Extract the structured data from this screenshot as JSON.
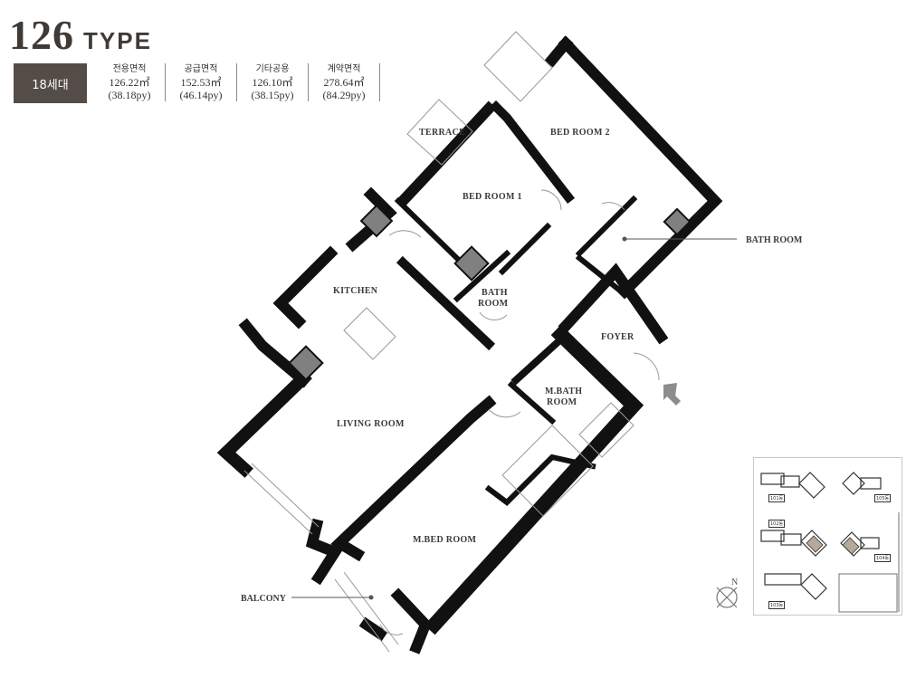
{
  "header": {
    "type_number": "126",
    "type_word": "TYPE",
    "units": "18세대"
  },
  "areas": [
    {
      "label": "전용면적",
      "value": "126.22㎡",
      "py": "(38.18py)"
    },
    {
      "label": "공급면적",
      "value": "152.53㎡",
      "py": "(46.14py)"
    },
    {
      "label": "기타공용",
      "value": "126.10㎡",
      "py": "(38.15py)"
    },
    {
      "label": "계약면적",
      "value": "278.64㎡",
      "py": "(84.29py)"
    }
  ],
  "rooms": {
    "terrace": "TERRACE",
    "bed_room_2": "BED ROOM 2",
    "bed_room_1": "BED ROOM 1",
    "bath_room_callout": "BATH ROOM",
    "kitchen": "KITCHEN",
    "bath_room_line1": "BATH",
    "bath_room_line2": "ROOM",
    "foyer": "FOYER",
    "m_bath_line1": "M.BATH",
    "m_bath_line2": "ROOM",
    "living_room": "LIVING ROOM",
    "m_bed_room": "M.BED ROOM",
    "balcony": "BALCONY"
  },
  "keyplan": {
    "tags": [
      "101동",
      "105동",
      "102동",
      "104동",
      "103동"
    ],
    "compass": "N"
  },
  "colors": {
    "wall": "#111111",
    "shaft": "#808080",
    "badge": "#544c47",
    "highlight": "#b5a999"
  }
}
